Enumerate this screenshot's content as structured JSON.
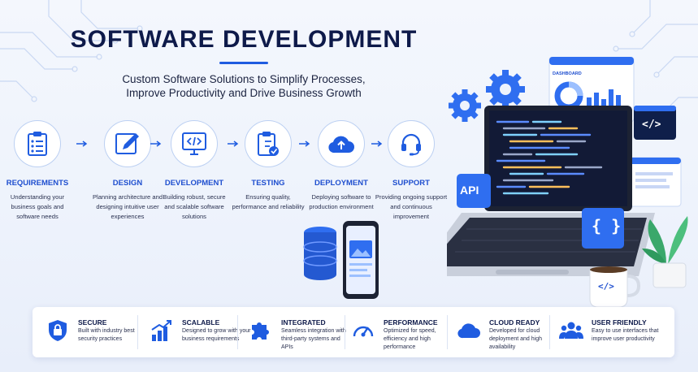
{
  "title": "SOFTWARE DEVELOPMENT",
  "subtitle_line1": "Custom Software Solutions to Simplify Processes,",
  "subtitle_line2": "Improve Productivity and Drive Business Growth",
  "steps": [
    {
      "label": "REQUIREMENTS",
      "desc": "Understanding your business goals and software needs",
      "icon": "clipboard-icon"
    },
    {
      "label": "DESIGN",
      "desc": "Planning architecture and designing intuitive user experiences",
      "icon": "design-pencil-icon"
    },
    {
      "label": "DEVELOPMENT",
      "desc": "Building robust, secure and scalable software solutions",
      "icon": "code-monitor-icon"
    },
    {
      "label": "TESTING",
      "desc": "Ensuring quality, performance and reliability",
      "icon": "checklist-icon"
    },
    {
      "label": "DEPLOYMENT",
      "desc": "Deploying software to production environment",
      "icon": "cloud-upload-icon"
    },
    {
      "label": "SUPPORT",
      "desc": "Providing ongoing support and continuous improvement",
      "icon": "headset-icon"
    }
  ],
  "illustration": {
    "dashboard_label": "DASHBOARD",
    "api_label": "API",
    "code_tag": "</>",
    "braces": "{ }"
  },
  "features": [
    {
      "title": "SECURE",
      "desc": "Built with industry best security practices",
      "icon": "lock-shield-icon"
    },
    {
      "title": "SCALABLE",
      "desc": "Designed to grow with your business requirements",
      "icon": "growth-chart-icon"
    },
    {
      "title": "INTEGRATED",
      "desc": "Seamless integration with third-party systems and APIs",
      "icon": "puzzle-icon"
    },
    {
      "title": "PERFORMANCE",
      "desc": "Optimized for speed, efficiency and high performance",
      "icon": "speedometer-icon"
    },
    {
      "title": "CLOUD READY",
      "desc": "Developed for cloud deployment and high availability",
      "icon": "cloud-icon"
    },
    {
      "title": "USER FRIENDLY",
      "desc": "Easy to use interfaces that improve user productivity",
      "icon": "users-icon"
    }
  ],
  "colors": {
    "accent": "#1f5ce0",
    "title": "#0e1a4a",
    "label_blue": "#1f4fcf",
    "background": "#eef3fc"
  }
}
